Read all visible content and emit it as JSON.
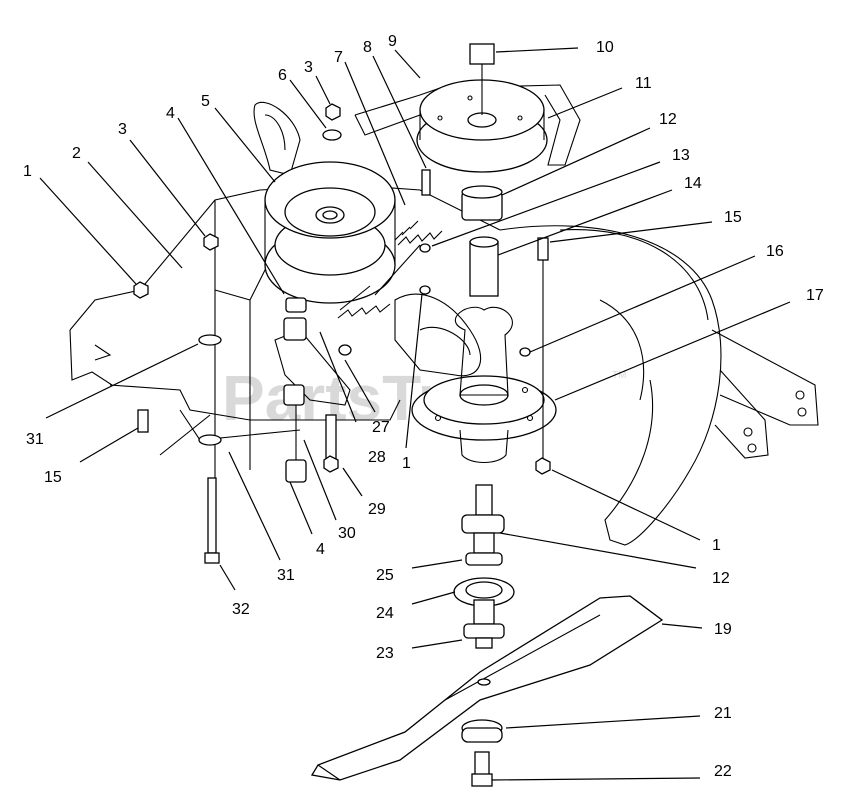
{
  "watermark": {
    "text": "PartsTree",
    "tm": "TM"
  },
  "callouts": [
    "1",
    "2",
    "3",
    "4",
    "5",
    "6",
    "3",
    "7",
    "8",
    "9",
    "10",
    "11",
    "12",
    "13",
    "14",
    "15",
    "16",
    "17",
    "31",
    "15",
    "27",
    "28",
    "1",
    "29",
    "1",
    "30",
    "4",
    "31",
    "32",
    "12",
    "25",
    "24",
    "23",
    "19",
    "21",
    "22"
  ]
}
